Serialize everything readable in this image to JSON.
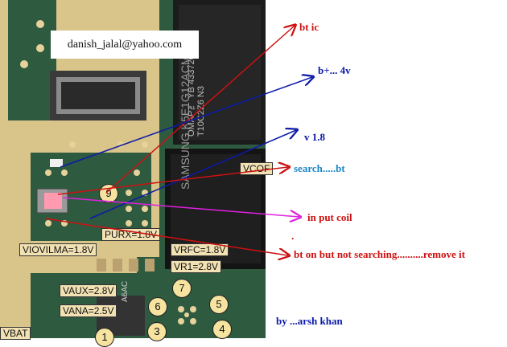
{
  "email": "danish_jalal@yahoo.com",
  "board_labels": {
    "purx": "PURX=1.8V",
    "viovilma": "VIOVILMA=1.8V",
    "vrfc": "VRFC=1.8V",
    "vr1": "VR1=2.8V",
    "vaux": "VAUX=2.8V",
    "vana": "VANA=2.5V",
    "vbat": "VBAT",
    "vcof": "VCOF"
  },
  "chip_marks": {
    "omap": "OMAP™ YB 4337207 T10C2Z6 N3",
    "samsung": "SAMSUNG K5E1G12ACM",
    "a6ac": "A6AC"
  },
  "numbered_points": [
    "9",
    "7",
    "6",
    "5",
    "3",
    "4",
    "1"
  ],
  "annotations": {
    "bt_ic": "bt  ic",
    "bplus": "b+...  4v",
    "v18": "v 1.8",
    "search": "search.....bt",
    "input_coil": "in put coil",
    "bt_on": "bt on but not searching..........remove it",
    "dot": ".",
    "author": "by ...arsh khan"
  },
  "colors": {
    "red": "#cc1111",
    "blue": "#0b1aa8",
    "magenta": "#e020e0",
    "search_blue": "#1a86c8",
    "pcb_green": "#2e5a40",
    "pcb_gold": "#d9c489"
  }
}
